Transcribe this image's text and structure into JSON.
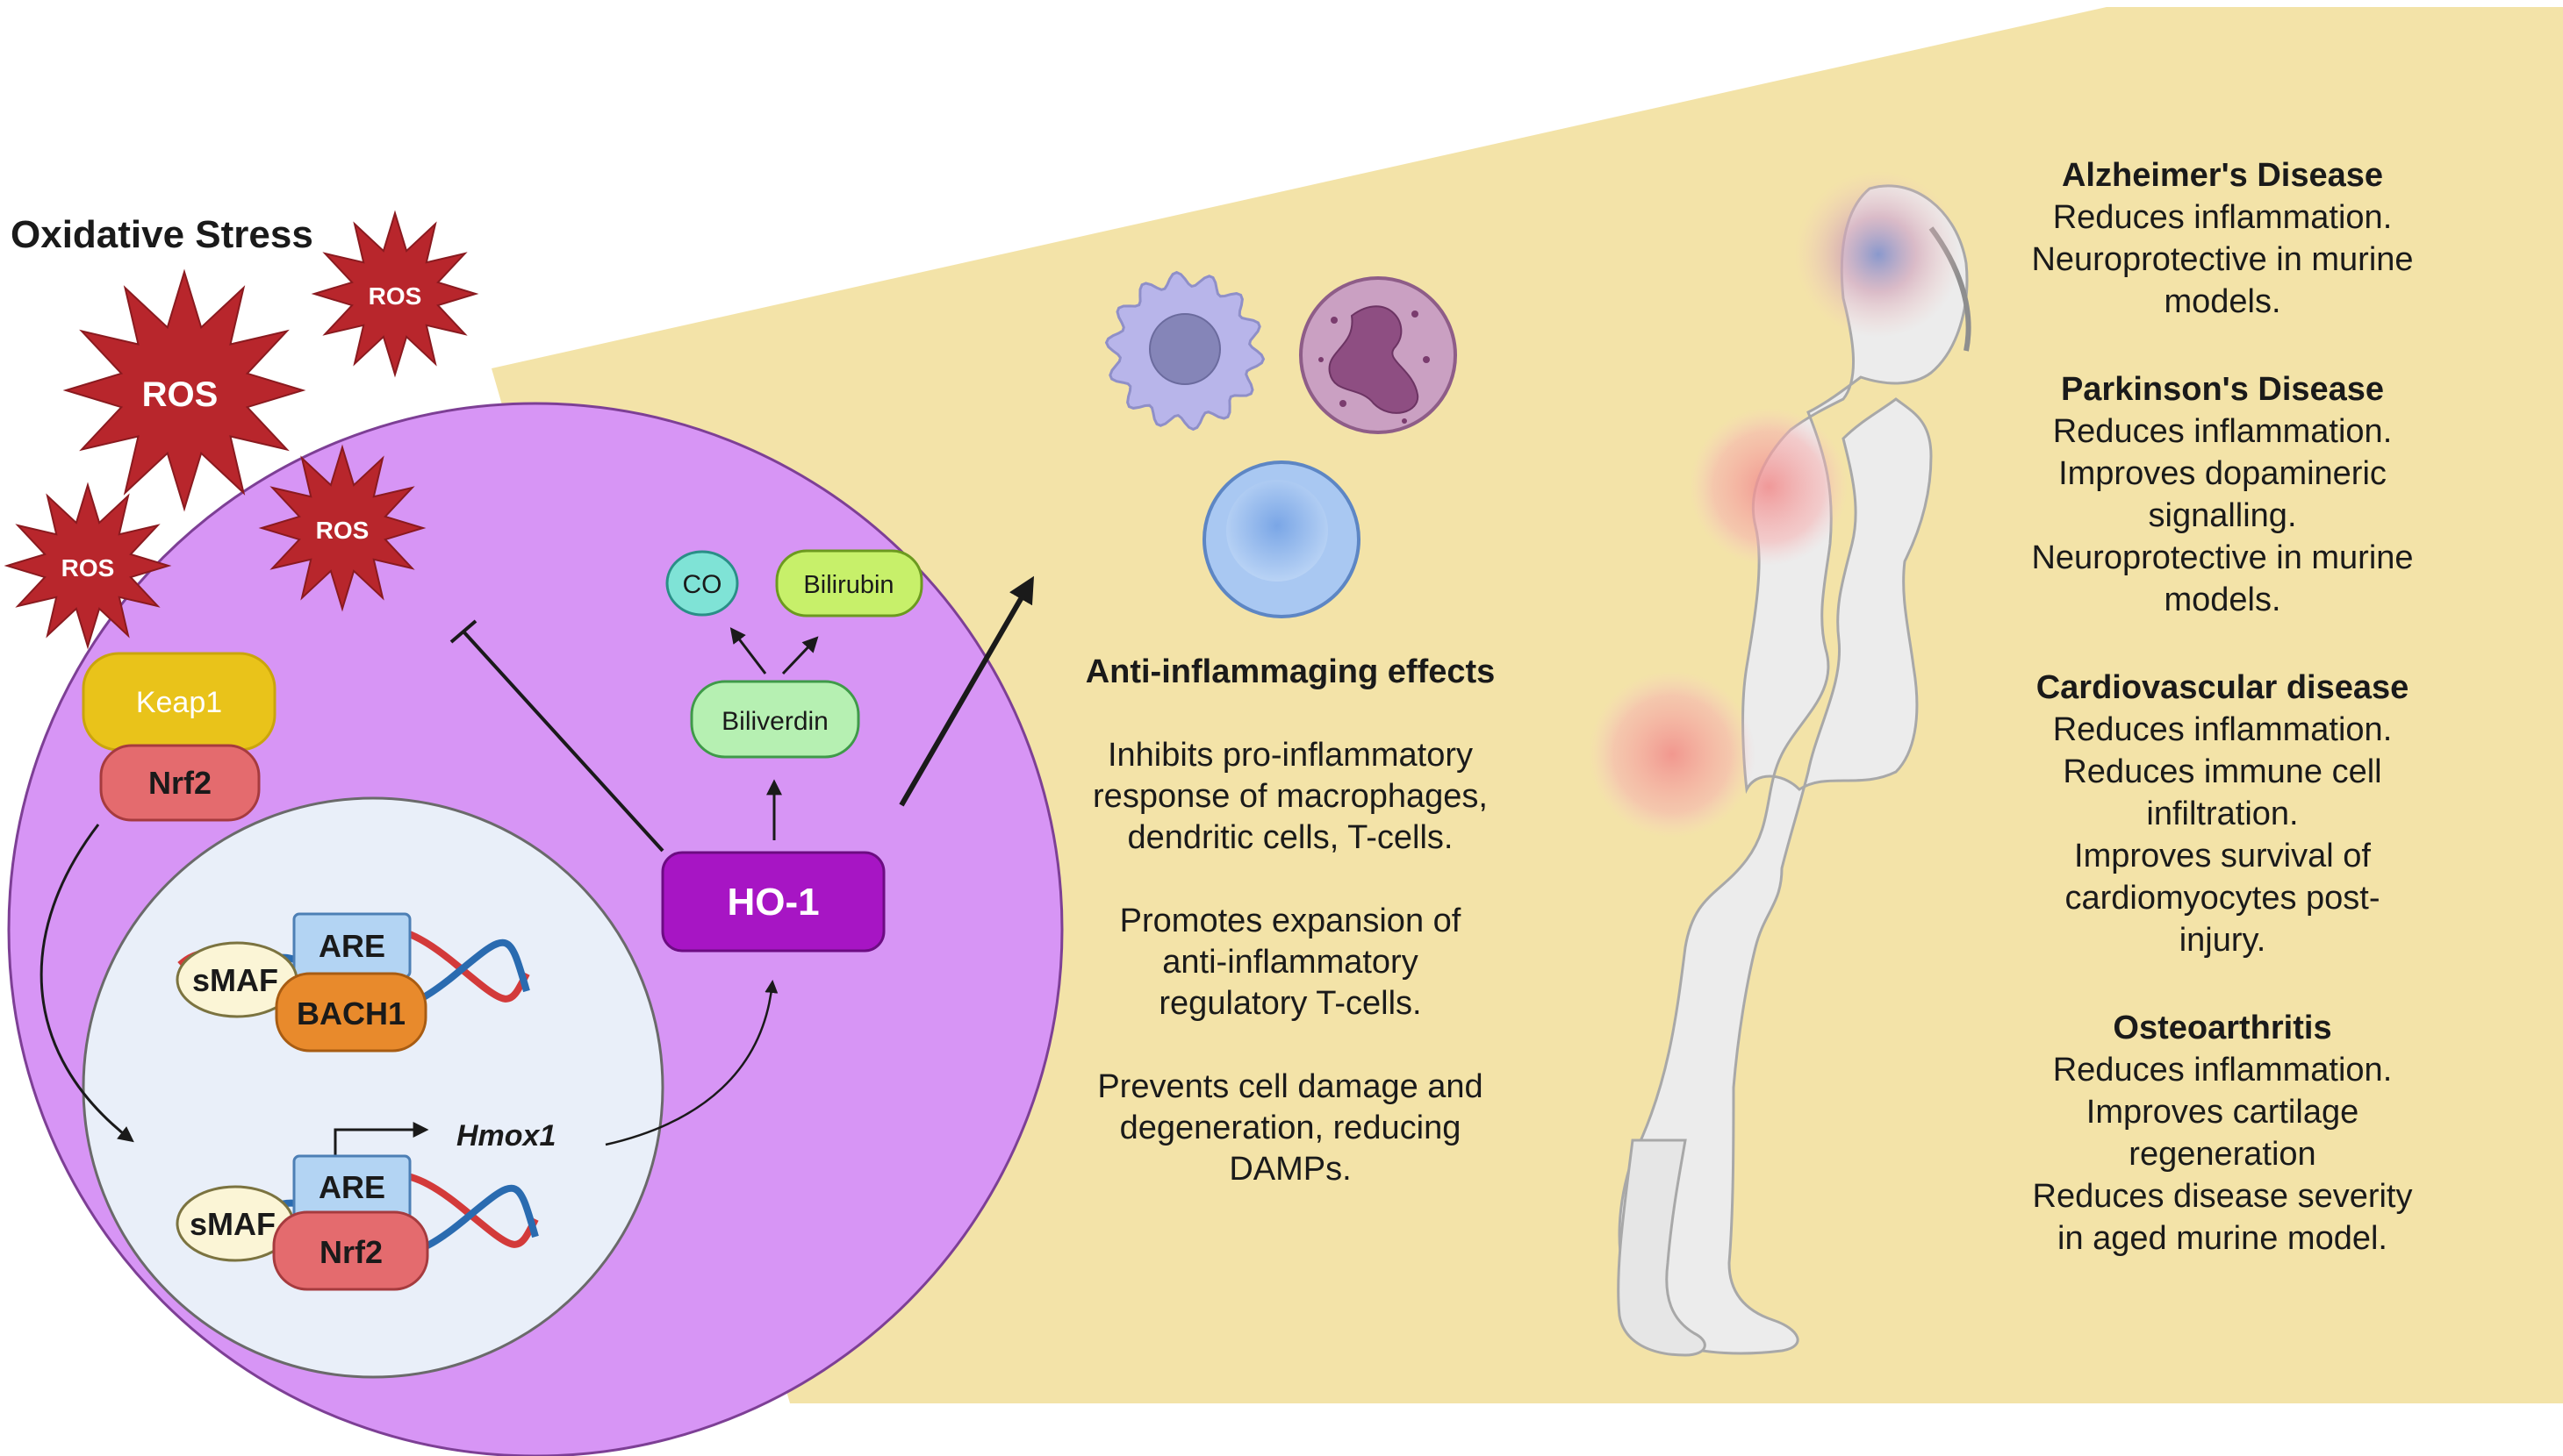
{
  "title": "Oxidative Stress",
  "ros": [
    "ROS",
    "ROS",
    "ROS",
    "ROS",
    "ROS"
  ],
  "cell": {
    "keap1": "Keap1",
    "nrf2_cyto": "Nrf2",
    "ho1": "HO-1",
    "biliverdin": "Biliverdin",
    "co": "CO",
    "bilirubin": "Bilirubin"
  },
  "nucleus": {
    "are_top": "ARE",
    "smaf_top": "sMAF",
    "bach1": "BACH1",
    "are_bottom": "ARE",
    "smaf_bottom": "sMAF",
    "nrf2_bottom": "Nrf2",
    "gene": "Hmox1"
  },
  "effects": {
    "heading": "Anti-inflammaging effects",
    "p1": [
      "Inhibits pro-inflammatory",
      "response of macrophages,",
      "dendritic cells, T-cells."
    ],
    "p2": [
      "Promotes expansion of",
      "anti-inflammatory",
      "regulatory T-cells."
    ],
    "p3": [
      "Prevents cell damage and",
      "degeneration, reducing",
      "DAMPs."
    ]
  },
  "diseases": [
    {
      "name": "Alzheimer's Disease",
      "lines": [
        "Reduces inflammation.",
        "Neuroprotective in murine",
        "models."
      ]
    },
    {
      "name": "Parkinson's Disease",
      "lines": [
        "Reduces inflammation.",
        "Improves dopamineric",
        "signalling.",
        "Neuroprotective in murine",
        "models."
      ]
    },
    {
      "name": "Cardiovascular disease",
      "lines": [
        "Reduces inflammation.",
        "Reduces immune cell",
        "infiltration.",
        "Improves survival of",
        "cardiomyocytes post-",
        "injury."
      ]
    },
    {
      "name": "Osteoarthritis",
      "lines": [
        "Reduces inflammation.",
        "Improves cartilage",
        "regeneration",
        "Reduces disease severity",
        "in aged murine model."
      ]
    }
  ],
  "colors": {
    "cone": "#f3e3a8",
    "cell": "#d795f5",
    "nucleus": "#e9eff9",
    "ros": "#b8262c",
    "ho1": "#a715c4",
    "keap1": "#e9c31a",
    "nrf2": "#e46b6e",
    "bach1": "#e88a2c",
    "are": "#b3d4f3",
    "smaf": "#fbf5d6"
  }
}
